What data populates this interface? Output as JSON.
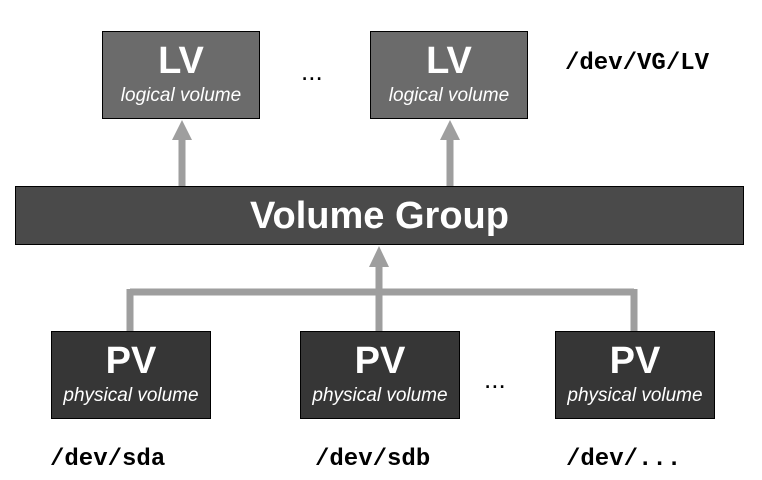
{
  "diagram": {
    "logical_volumes": [
      {
        "title": "LV",
        "subtitle": "logical volume"
      },
      {
        "title": "LV",
        "subtitle": "logical volume"
      }
    ],
    "lv_ellipsis": "...",
    "lv_path": "/dev/VG/LV",
    "volume_group": {
      "title": "Volume Group"
    },
    "physical_volumes": [
      {
        "title": "PV",
        "subtitle": "physical volume",
        "path": "/dev/sda"
      },
      {
        "title": "PV",
        "subtitle": "physical volume",
        "path": "/dev/sdb"
      },
      {
        "title": "PV",
        "subtitle": "physical volume",
        "path": "/dev/..."
      }
    ],
    "pv_ellipsis": "...",
    "colors": {
      "lv_box": "#6b6b6b",
      "vg_box": "#4a4a4a",
      "pv_box": "#363636",
      "connector": "#9e9e9e"
    }
  }
}
